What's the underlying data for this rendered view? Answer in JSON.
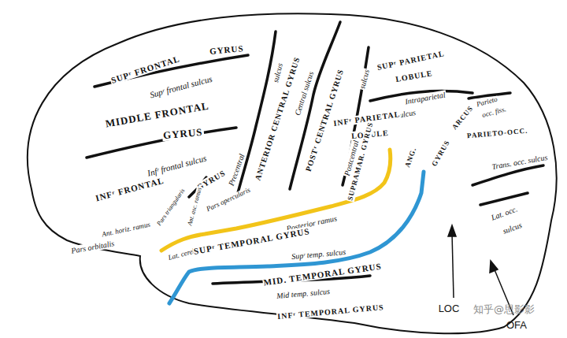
{
  "diagram": {
    "labels": [
      "SUPʳ FRONTAL",
      "GYRUS",
      "Supʳ frontal sulcus",
      "MIDDLE FRONTAL",
      "GYRUS",
      "Infʳ frontal sulcus",
      "GYRUS",
      "INFʳ FRONTAL",
      "Pars triangularis",
      "Ant. asc. ramus",
      "Pars opercularis",
      "Ant. horiz. ramus",
      "Pars orbitalis",
      "Lat. cereb. fiss.",
      "Precentral",
      "sulcus",
      "ANTERIOR CENTRAL GYRUS",
      "Central sulcus",
      "POSTʳ CENTRAL GYRUS",
      "sulcus",
      "Postcentral",
      "SUPʳ PARIETAL",
      "LOBULE",
      "Intraparietal",
      "sulcus",
      "INFʳ PARIETAL",
      "LOBULE",
      "SUPRAMAR. GYRUS",
      "ANG.",
      "GYRUS",
      "Posterior ramus",
      "SUPʳ TEMPORAL GYRUS",
      "Supʳ temp. sulcus",
      "MID. TEMPORAL GYRUS",
      "Mid temp. sulcus",
      "INFʳ TEMPORAL GYRUS",
      "Lat. occ.",
      "sulcus",
      "Parieto",
      "occ. fiss.",
      "ARCUS",
      "PARIETO-OCC.",
      "Trans. occ. sulcus",
      "LOC",
      "OFA",
      "知乎@思影影"
    ]
  }
}
